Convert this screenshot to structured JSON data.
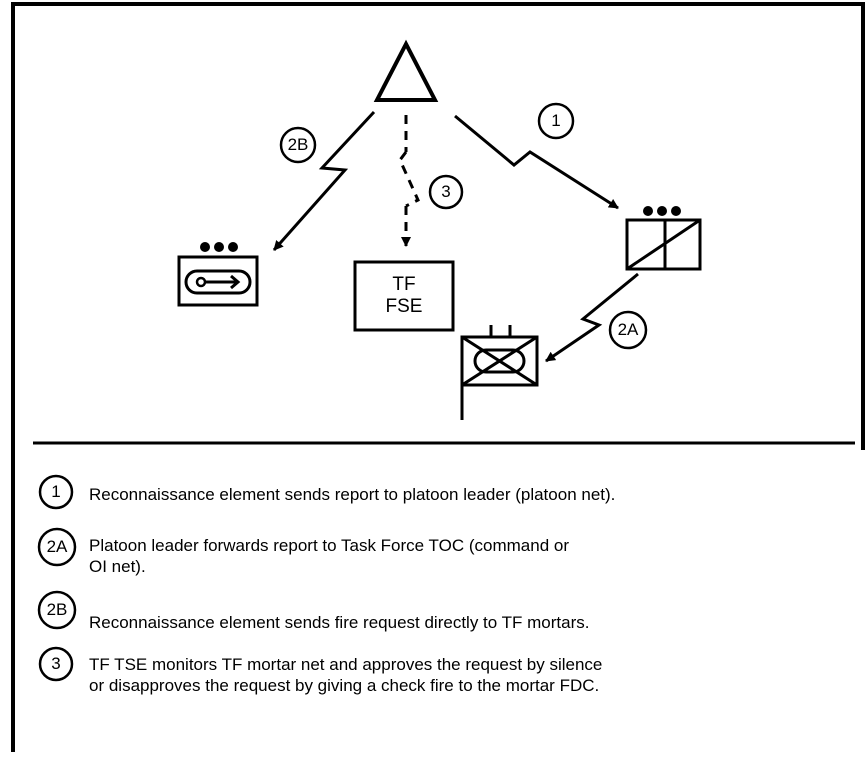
{
  "diagram": {
    "nodes": {
      "tf_fse": {
        "line1": "TF",
        "line2": "FSE"
      }
    },
    "callouts": {
      "c1": "1",
      "c2a": "2A",
      "c2b": "2B",
      "c3": "3"
    }
  },
  "legend": {
    "items": [
      {
        "marker": "1",
        "text": "Reconnaissance element sends report to platoon leader (platoon net)."
      },
      {
        "marker": "2A",
        "line1": "Platoon leader forwards report to Task Force TOC (command or",
        "line2": "OI net)."
      },
      {
        "marker": "2B",
        "text": "Reconnaissance element sends fire request directly to TF mortars."
      },
      {
        "marker": "3",
        "line1": "TF TSE monitors TF mortar net and approves the request by silence",
        "line2": "or disapproves the request by giving a check fire to the mortar FDC."
      }
    ]
  }
}
